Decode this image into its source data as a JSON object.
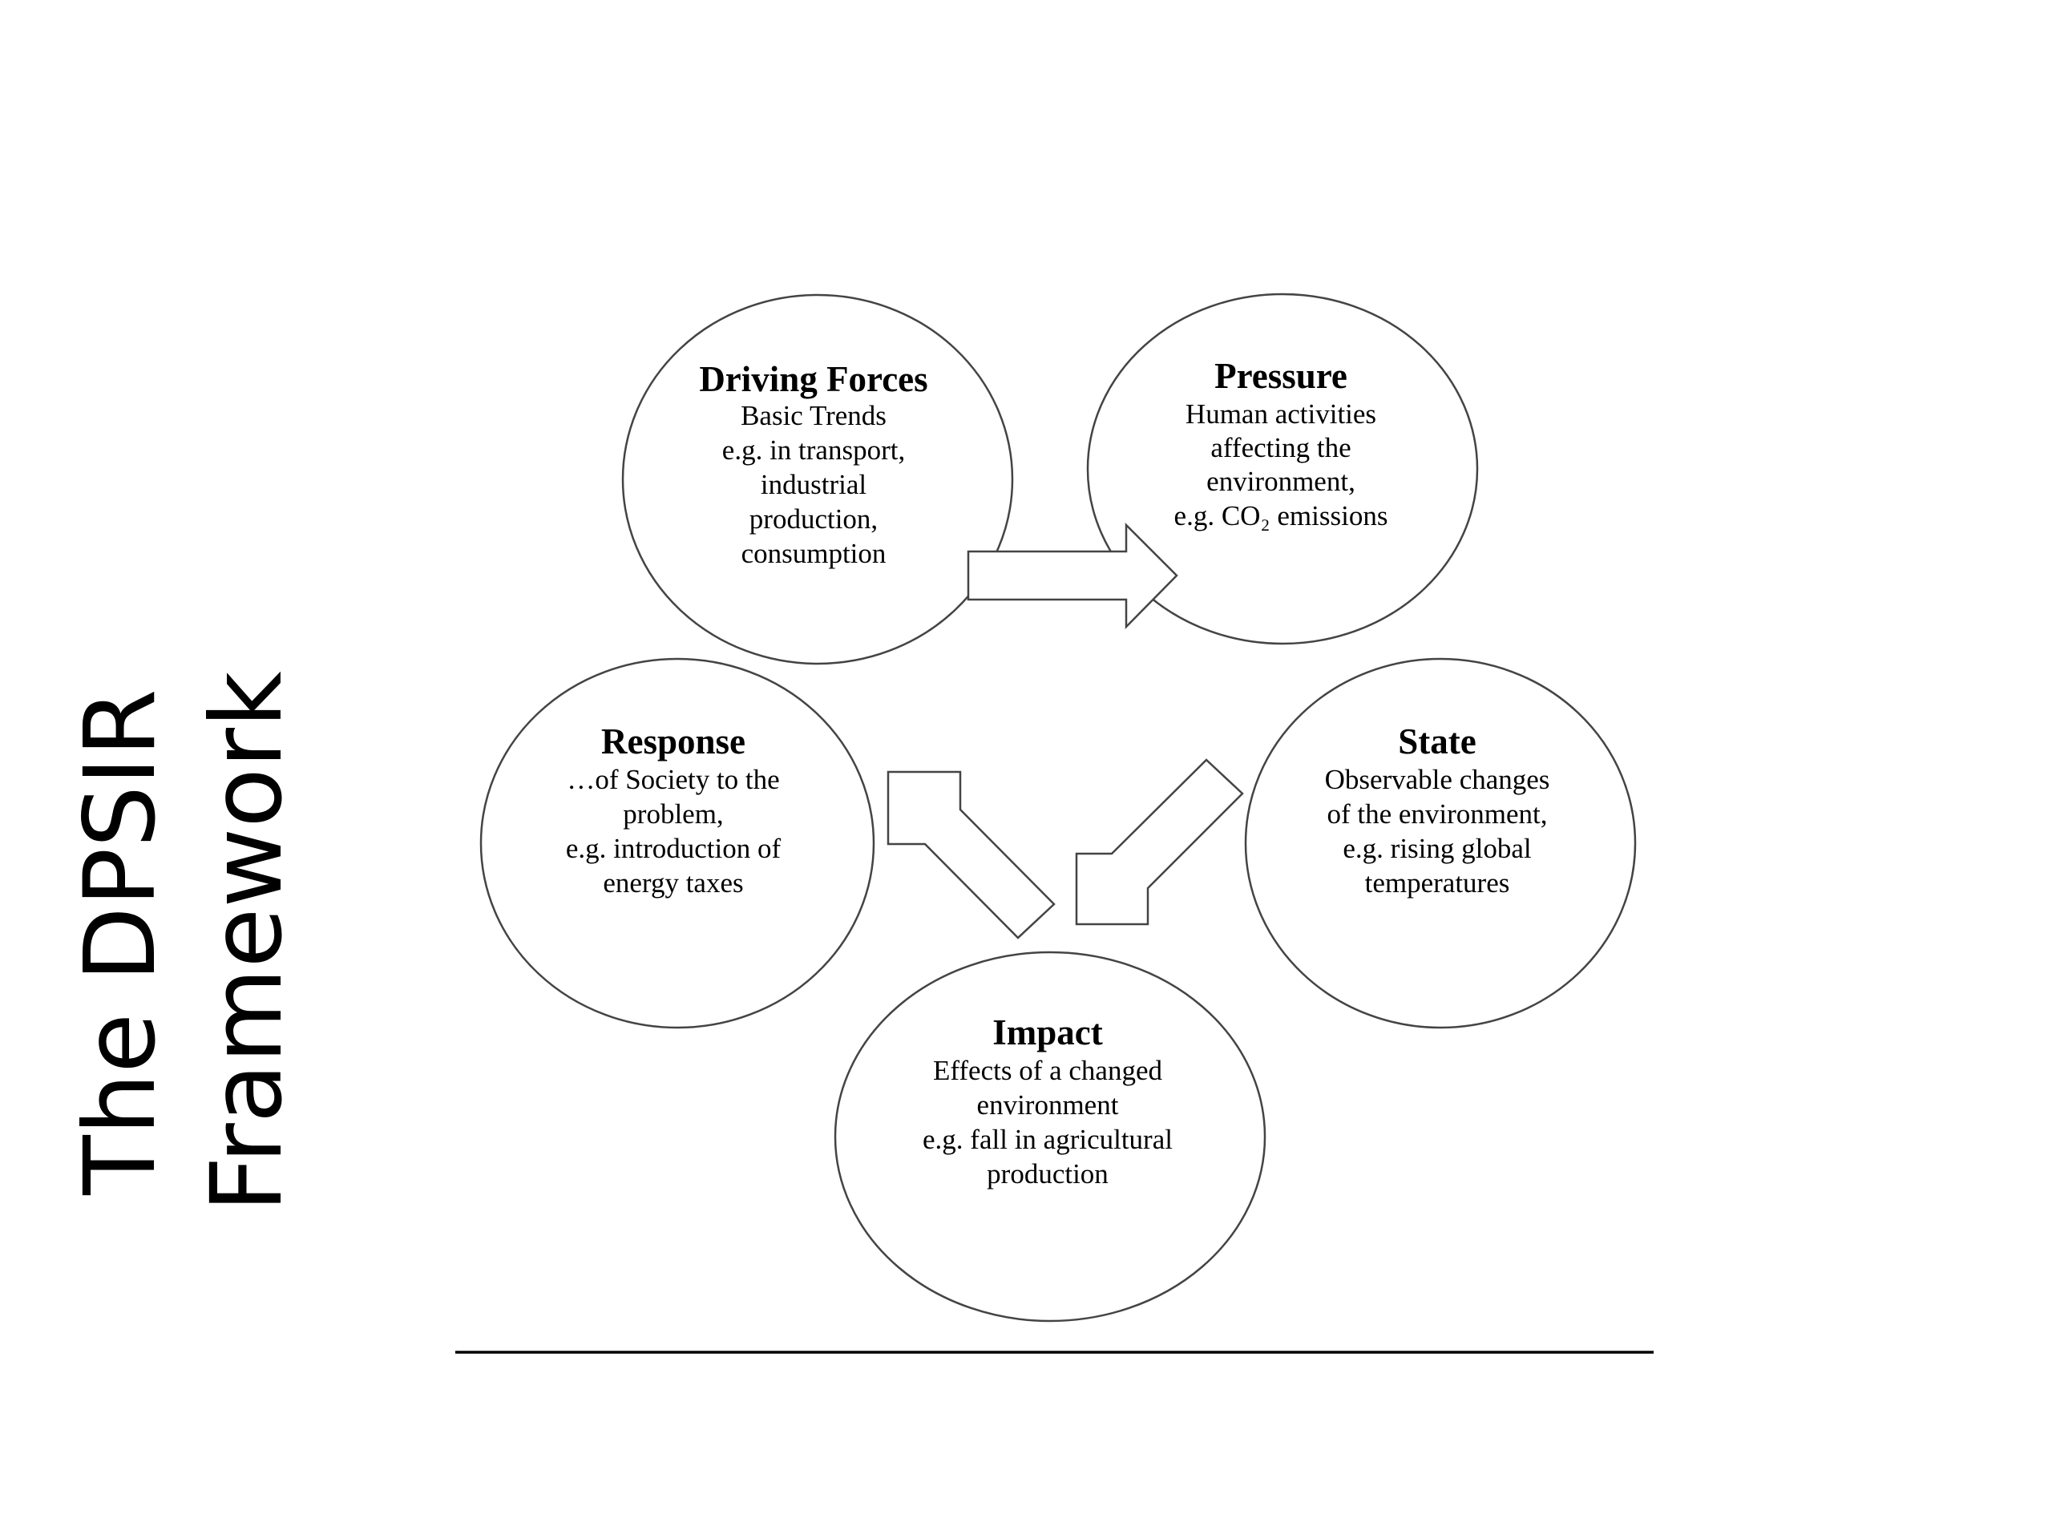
{
  "slide": {
    "title_lines": [
      "The DPSIR",
      "Framework"
    ]
  },
  "diagram": {
    "nodes": [
      {
        "id": "driving-forces",
        "title": "Driving Forces",
        "lines": [
          "Basic Trends",
          "e.g. in transport,",
          "industrial",
          "production,",
          "consumption"
        ]
      },
      {
        "id": "pressure",
        "title": "Pressure",
        "lines": [
          "Human activities",
          "affecting the",
          "environment,",
          "e.g. CO₂ emissions"
        ]
      },
      {
        "id": "state",
        "title": "State",
        "lines": [
          "Observable changes",
          "of the environment,",
          "e.g. rising global",
          "temperatures"
        ]
      },
      {
        "id": "impact",
        "title": "Impact",
        "lines": [
          "Effects of a changed",
          "environment",
          "e.g. fall in agricultural",
          "production"
        ]
      },
      {
        "id": "response",
        "title": "Response",
        "lines": [
          "…of Society to the",
          "problem,",
          "e.g. introduction of",
          "energy taxes"
        ]
      }
    ],
    "arrows": [
      {
        "from": "driving-forces",
        "to": "pressure"
      },
      {
        "from": "state",
        "to": "impact"
      },
      {
        "from": "impact",
        "to": "response"
      }
    ],
    "colors": {
      "stroke": "#444444",
      "fill": "#ffffff",
      "text": "#000000"
    }
  }
}
